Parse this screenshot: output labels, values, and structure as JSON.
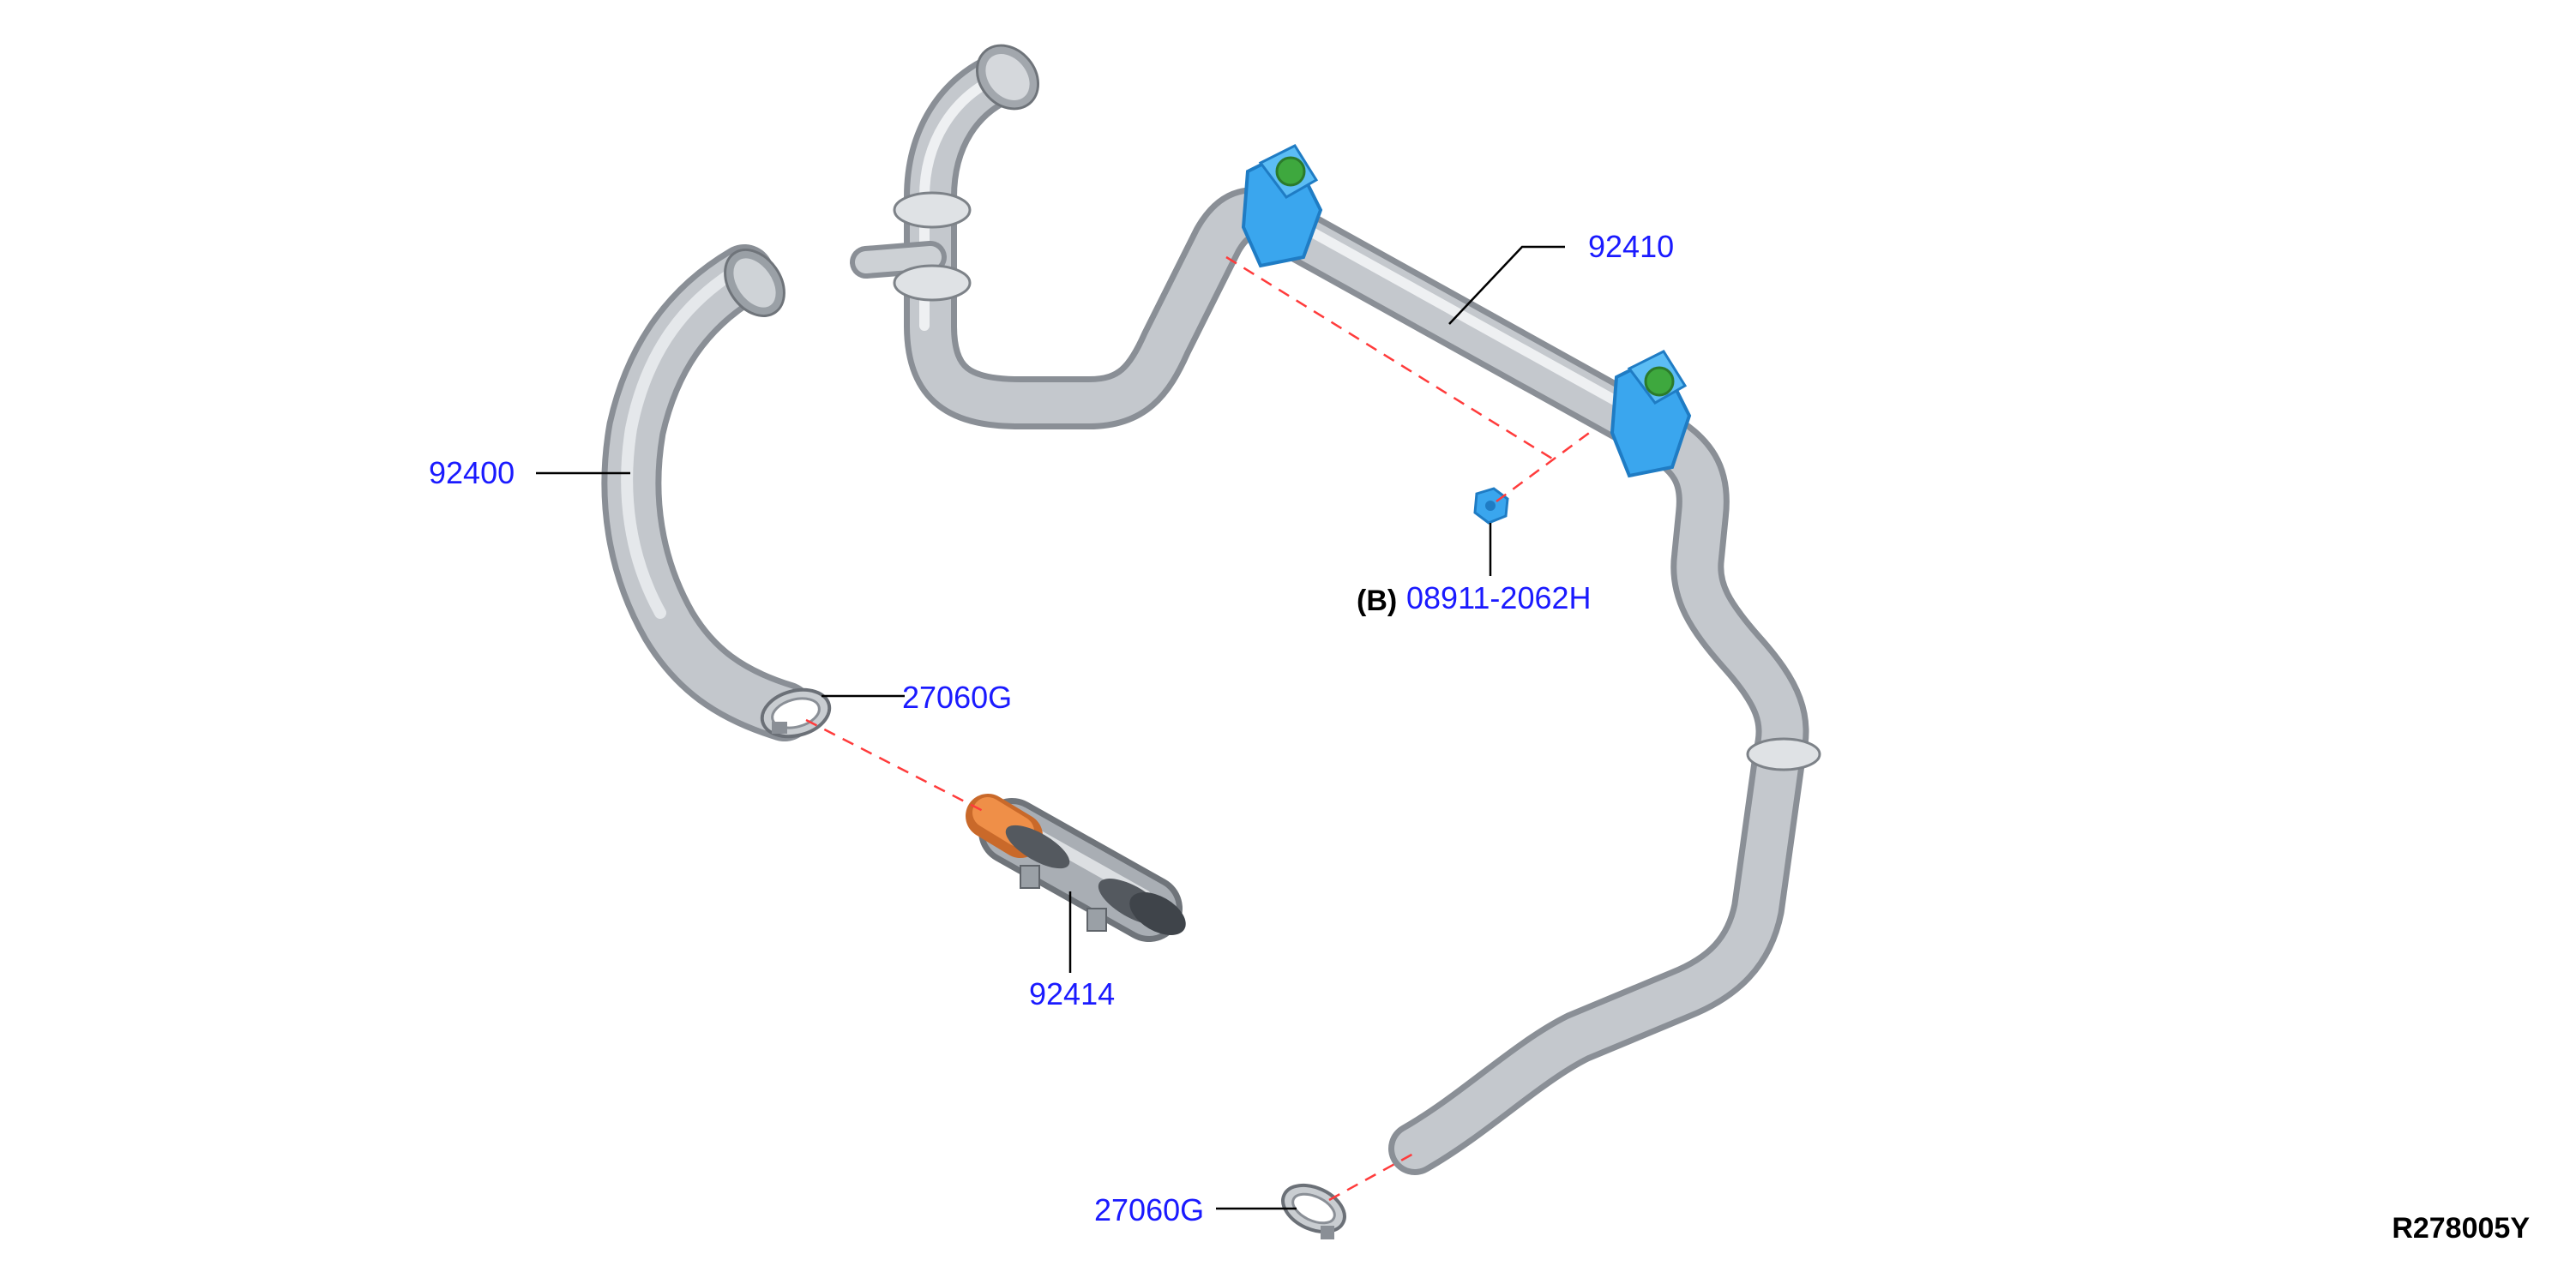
{
  "diagram": {
    "callouts": {
      "hose_92400": "92400",
      "pipe_92410": "92410",
      "hose_92414": "92414",
      "clamp_upper": "27060G",
      "clamp_lower": "27060G",
      "nut": "08911-2062H"
    },
    "reference_mark": "(B)",
    "diagram_id": "R278005Y",
    "colors": {
      "callout_text": "#1a1aff",
      "leader_line": "#000000",
      "dashed_line": "#ff3b3b",
      "hose_metal": "#b7bcc2",
      "hose_shadow": "#8a8f96",
      "bracket": "#3aa6ee",
      "bracket_dark": "#1f7cc4",
      "grommet": "#3ea83e",
      "orange_fitting": "#e8823a",
      "reference_text": "#000000"
    }
  }
}
